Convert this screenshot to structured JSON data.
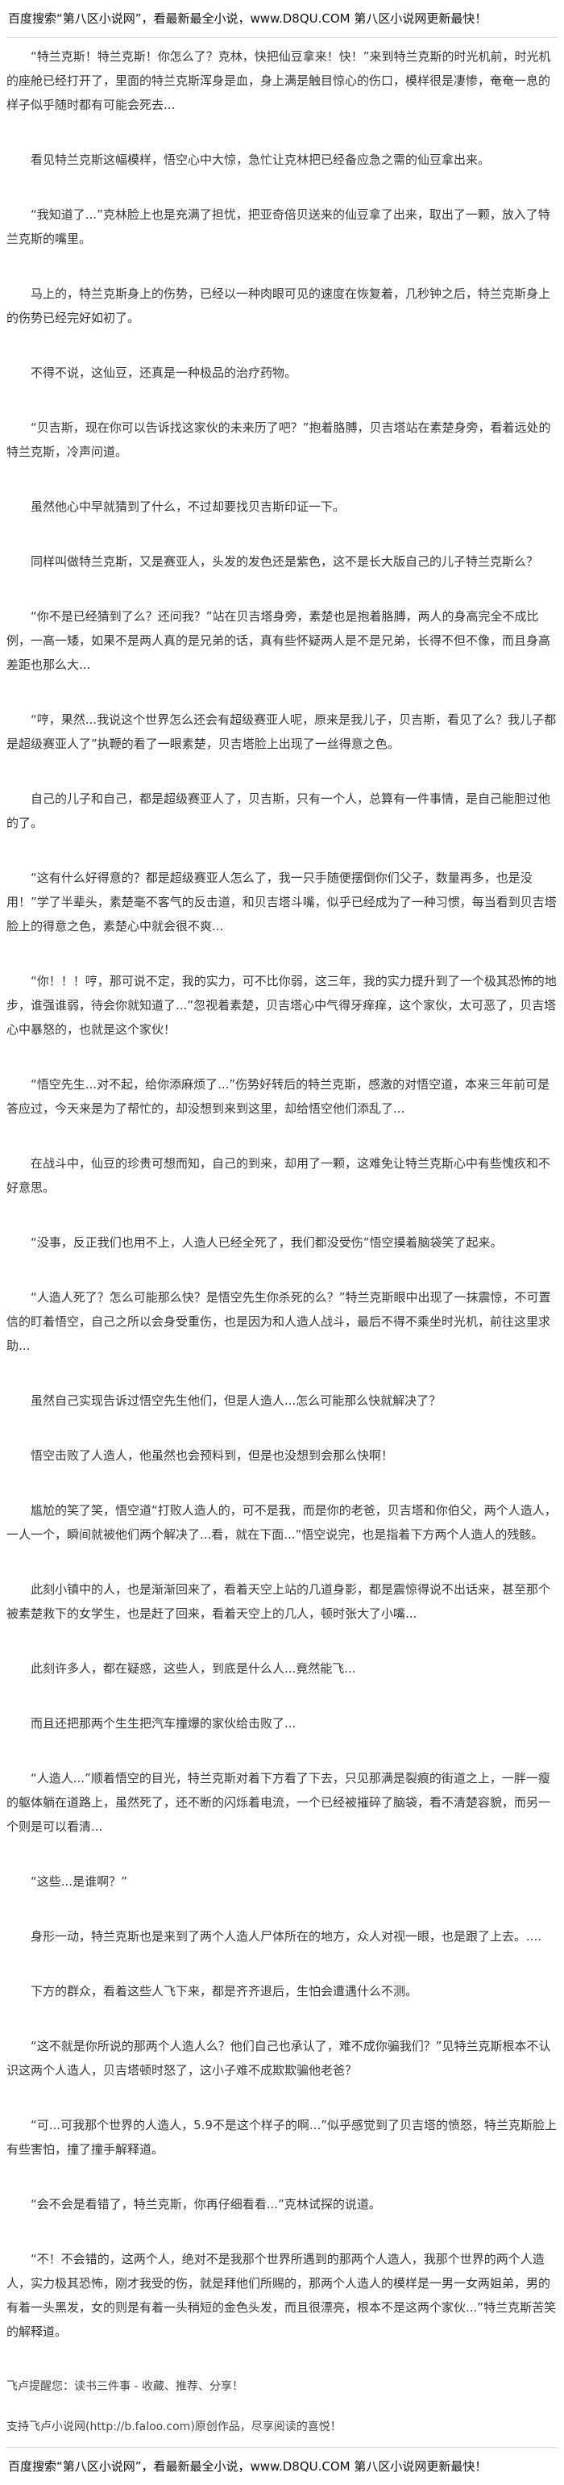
{
  "banner_text": "百度搜索“第八区小说网”，看最新最全小说，www.D8QU.COM  第八区小说网更新最快！",
  "paragraphs": [
    "“特兰克斯！特兰克斯！你怎么了？克林，快把仙豆拿来！快！”来到特兰克斯的时光机前，时光机的座舱已经打开了，里面的特兰克斯浑身是血，身上满是触目惊心的伤口，模样很是凄惨，奄奄一息的样子似乎随时都有可能会死去...",
    "看见特兰克斯这幅模样，悟空心中大惊，急忙让克林把已经备应急之需的仙豆拿出来。",
    "“我知道了...”克林脸上也是充满了担忧，把亚奇倍贝送来的仙豆拿了出来，取出了一颗，放入了特兰克斯的嘴里。",
    "马上的，特兰克斯身上的伤势，已经以一种肉眼可见的速度在恢复着，几秒钟之后，特兰克斯身上的伤势已经完好如初了。",
    "不得不说，这仙豆，还真是一种极品的治疗药物。",
    "“贝吉斯，现在你可以告诉找这家伙的未来历了吧？”抱着胳膊，贝吉塔站在素楚身旁，看着远处的特兰克斯，冷声问道。",
    "虽然他心中早就猜到了什么，不过却要找贝吉斯印证一下。",
    "同样叫做特兰克斯，又是赛亚人，头发的发色还是紫色，这不是长大版自己的儿子特兰克斯么？",
    "“你不是已经猜到了么？还问我？”站在贝吉塔身旁，素楚也是抱着胳膊，两人的身高完全不成比例，一高一矮，如果不是两人真的是兄弟的话，真有些怀疑两人是不是兄弟，长得不但不像，而且身高差距也那么大...",
    "“哼，果然...我说这个世界怎么还会有超级赛亚人呢，原来是我儿子，贝吉斯，看见了么？我儿子都是超级赛亚人了”执鞭的看了一眼素楚，贝吉塔脸上出现了一丝得意之色。",
    "自己的儿子和自己，都是超级赛亚人了，贝吉斯，只有一个人，总算有一件事情，是自己能胆过他的了。",
    "“这有什么好得意的？都是超级赛亚人怎么了，我一只手随便摆倒你们父子，数量再多，也是没用！”学了半辈头，素楚毫不客气的反击道，和贝吉塔斗嘴，似乎已经成为了一种习惯，每当看到贝吉塔脸上的得意之色，素楚心中就会很不爽...",
    "“你！！！哼，那可说不定，我的实力，可不比你弱，这三年，我的实力提升到了一个极其恐怖的地步，谁强谁弱，待会你就知道了...”忽视着素楚，贝吉塔心中气得牙痒痒，这个家伙，太可恶了，贝吉塔心中暴怒的，也就是这个家伙！",
    "“悟空先生...对不起，给你添麻烦了...”伤势好转后的特兰克斯，感激的对悟空道，本来三年前可是答应过，今天来是为了帮忙的，却没想到来到这里，却给悟空他们添乱了...",
    "在战斗中，仙豆的珍贵可想而知，自己的到来，却用了一颗，这难免让特兰克斯心中有些愧疚和不好意思。",
    "“没事，反正我们也用不上，人造人已经全死了，我们都没受伤”悟空摸着脑袋笑了起来。",
    "“人造人死了？怎么可能那么快？是悟空先生你杀死的么？”特兰克斯眼中出现了一抹震惊，不可置信的盯着悟空，自己之所以会身受重伤，也是因为和人造人战斗，最后不得不乘坐时光机，前往这里求助...",
    "虽然自己实现告诉过悟空先生他们，但是人造人...怎么可能那么快就解决了？",
    "悟空击败了人造人，他虽然也会预料到，但是也没想到会那么快啊！",
    "尴尬的笑了笑，悟空道“打败人造人的，可不是我，而是你的老爸，贝吉塔和你伯父，两个人造人，一人一个，瞬间就被他们两个解决了...看，就在下面...”悟空说完，也是指着下方两个人造人的残骸。",
    "此刻小镇中的人，也是渐渐回来了，看着天空上站的几道身影，都是震惊得说不出话来，甚至那个被素楚救下的女学生，也是赶了回来，看着天空上的几人，顿时张大了小嘴...",
    "此刻许多人，都在疑惑，这些人，到底是什么人...竟然能飞...",
    "而且还把那两个生生把汽车撞爆的家伙给击败了...",
    "“人造人...”顺着悟空的目光，特兰克斯对着下方看了下去，只见那满是裂痕的街道之上，一胖一瘦的躯体躺在道路上，虽然死了，还不断的闪烁着电流，一个已经被摧碎了脑袋，看不清楚容貌，而另一个则是可以看清...",
    "“这些...是谁啊？”",
    "身形一动，特兰克斯也是来到了两个人造人尸体所在的地方，众人对视一眼，也是跟了上去。....",
    "下方的群众，看着这些人飞下来，都是齐齐退后，生怕会遭遇什么不测。",
    "“这不就是你所说的那两个人造人么？他们自己也承认了，难不成你骗我们？”见特兰克斯根本不认识这两个人造人，贝吉塔顿时怒了，这小子难不成欺欺骗他老爸？",
    "“可...可我那个世界的人造人，5.9不是这个样子的啊...”似乎感觉到了贝吉塔的愤怒，特兰克斯脸上有些害怕，撞了撞手解释道。",
    "“会不会是看错了，特兰克斯，你再仔细看看...”克林试探的说道。",
    "“不！不会错的，这两个人，绝对不是我那个世界所遇到的那两个人造人，我那个世界的两个人造人，实力极其恐怖，刚才我受的伤，就是拜他们所赐的，那两个人造人的模样是一男一女两姐弟，男的有着一头黑发，女的则是有着一头稍短的金色头发，而且很漂亮，根本不是这两个家伙...”特兰克斯苦笑的解释道。"
  ],
  "notes": [
    "飞卢提醒您：读书三件事 - 收藏、推荐、分享！",
    "支持飞卢小说网(http://b.faloo.com)原创作品，尽享阅读的喜悦！"
  ]
}
